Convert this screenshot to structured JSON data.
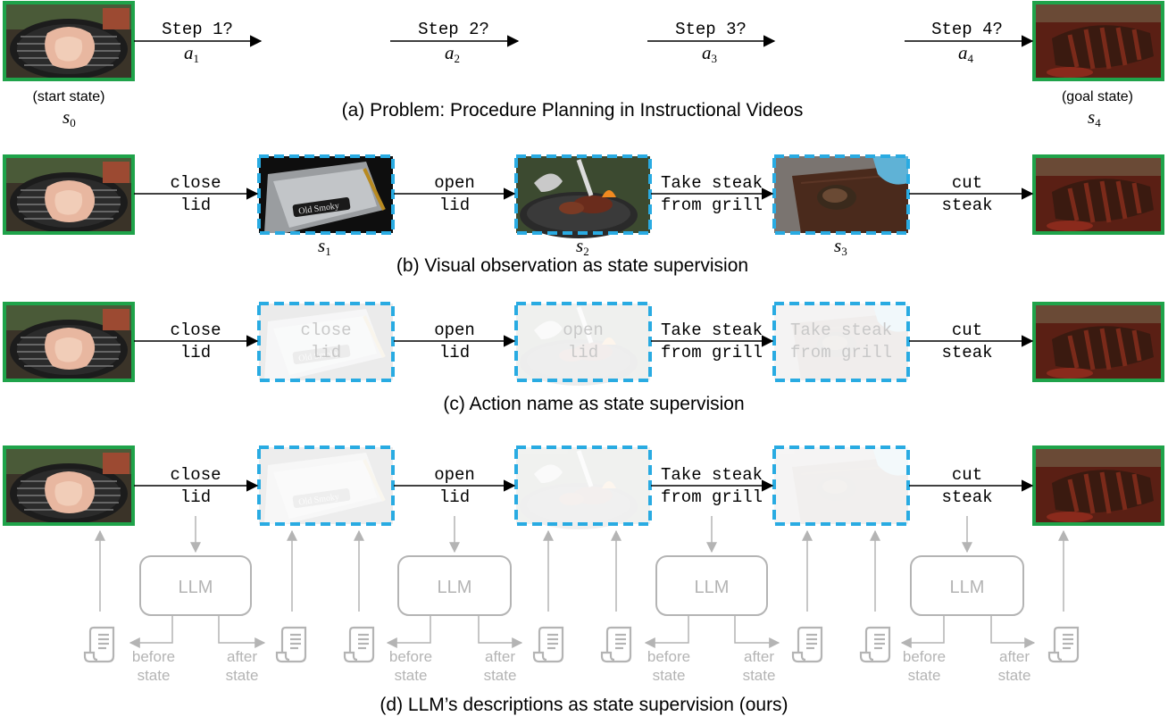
{
  "panel_a": {
    "steps": [
      {
        "label": "Step 1?",
        "action": "a",
        "sub": "1"
      },
      {
        "label": "Step 2?",
        "action": "a",
        "sub": "2"
      },
      {
        "label": "Step 3?",
        "action": "a",
        "sub": "3"
      },
      {
        "label": "Step 4?",
        "action": "a",
        "sub": "4"
      }
    ],
    "start_caption": "(start state)",
    "start_var": "s",
    "start_sub": "0",
    "goal_caption": "(goal state)",
    "goal_var": "s",
    "goal_sub": "4",
    "caption": "(a) Problem: Procedure Planning in Instructional Videos"
  },
  "actions": [
    {
      "line1": "close",
      "line2": "lid"
    },
    {
      "line1": "open",
      "line2": "lid"
    },
    {
      "line1": "Take steak",
      "line2": "from grill"
    },
    {
      "line1": "cut",
      "line2": "steak"
    }
  ],
  "panel_b": {
    "states": [
      {
        "var": "s",
        "sub": "1"
      },
      {
        "var": "s",
        "sub": "2"
      },
      {
        "var": "s",
        "sub": "3"
      }
    ],
    "caption": "(b) Visual observation as state supervision"
  },
  "panel_c": {
    "caption": "(c) Action name as state supervision"
  },
  "panel_d": {
    "llm_label": "LLM",
    "before_line1": "before",
    "before_line2": "state",
    "after_line1": "after",
    "after_line2": "state",
    "caption": "(d) LLM’s descriptions as state supervision (ours)"
  },
  "colors": {
    "green_frame": "#1fa34a",
    "blue_dashed": "#29abe2",
    "gray": "#b4b4b4"
  }
}
